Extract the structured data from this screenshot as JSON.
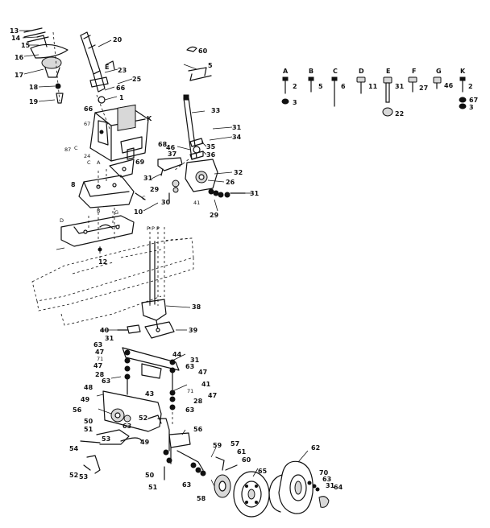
{
  "hardware_key": [
    {
      "letter": "A",
      "nums": [
        "2",
        "3"
      ]
    },
    {
      "letter": "B",
      "nums": [
        "5"
      ]
    },
    {
      "letter": "C",
      "nums": [
        "6"
      ]
    },
    {
      "letter": "D",
      "nums": [
        "11"
      ]
    },
    {
      "letter": "E",
      "nums": [
        "31",
        "22"
      ]
    },
    {
      "letter": "F",
      "nums": [
        "27"
      ]
    },
    {
      "letter": "G",
      "nums": [
        "46"
      ]
    },
    {
      "letter": "K",
      "nums": [
        "2",
        "67",
        "3"
      ]
    }
  ],
  "callouts": {
    "c13": "13",
    "c14": "14",
    "c15": "15",
    "c16": "16",
    "c17": "17",
    "c18": "18",
    "c19": "19",
    "c20": "20",
    "cE": "E",
    "c23": "23",
    "c25": "25",
    "c66a": "66",
    "c1": "1",
    "c68": "68",
    "c66b": "66",
    "cK": "K",
    "c67": "67",
    "c87": "87",
    "cC1": "C",
    "c24": "24",
    "c69": "69",
    "cA1": "A",
    "cC2": "C",
    "c8": "8",
    "cC3": "C",
    "cD": "D",
    "cB": "B",
    "cG": "G",
    "c10": "10",
    "c12": "12",
    "cP": "P P P",
    "c60": "60",
    "c5": "5",
    "c33": "33",
    "c31a": "31",
    "c34": "34",
    "c46": "46",
    "c35": "35",
    "c36": "36",
    "c37": "37",
    "c31b": "31",
    "c32": "32",
    "c26": "26",
    "c29a": "29",
    "c30": "30",
    "c41": "41",
    "c31c": "31",
    "c29b": "29",
    "c38": "38",
    "c40": "40",
    "c39": "39",
    "c63a": "63",
    "c31d": "31",
    "c47a": "47",
    "c71a": "71",
    "c44": "44",
    "c31e": "31",
    "c47b": "47",
    "c63b": "63",
    "c47c": "47",
    "c28a": "28",
    "c63c": "63",
    "c43": "43",
    "c41b": "41",
    "c71b": "71",
    "c47d": "47",
    "c28b": "28",
    "c63d": "63",
    "c48": "48",
    "c49": "49",
    "c56a": "56",
    "c52": "52",
    "c50a": "50",
    "c51a": "51",
    "c63e": "63",
    "c56b": "56",
    "c53a": "53",
    "c49b": "49",
    "c54": "54",
    "c52b": "52",
    "c53b": "53",
    "c59": "59",
    "c57": "57",
    "c61": "61",
    "c60b": "60",
    "c50b": "50",
    "c51b": "51",
    "c63f": "63",
    "c65": "65",
    "c58": "58",
    "c62": "62",
    "c70": "70",
    "c63g": "63",
    "c31f": "31",
    "c64": "64"
  }
}
